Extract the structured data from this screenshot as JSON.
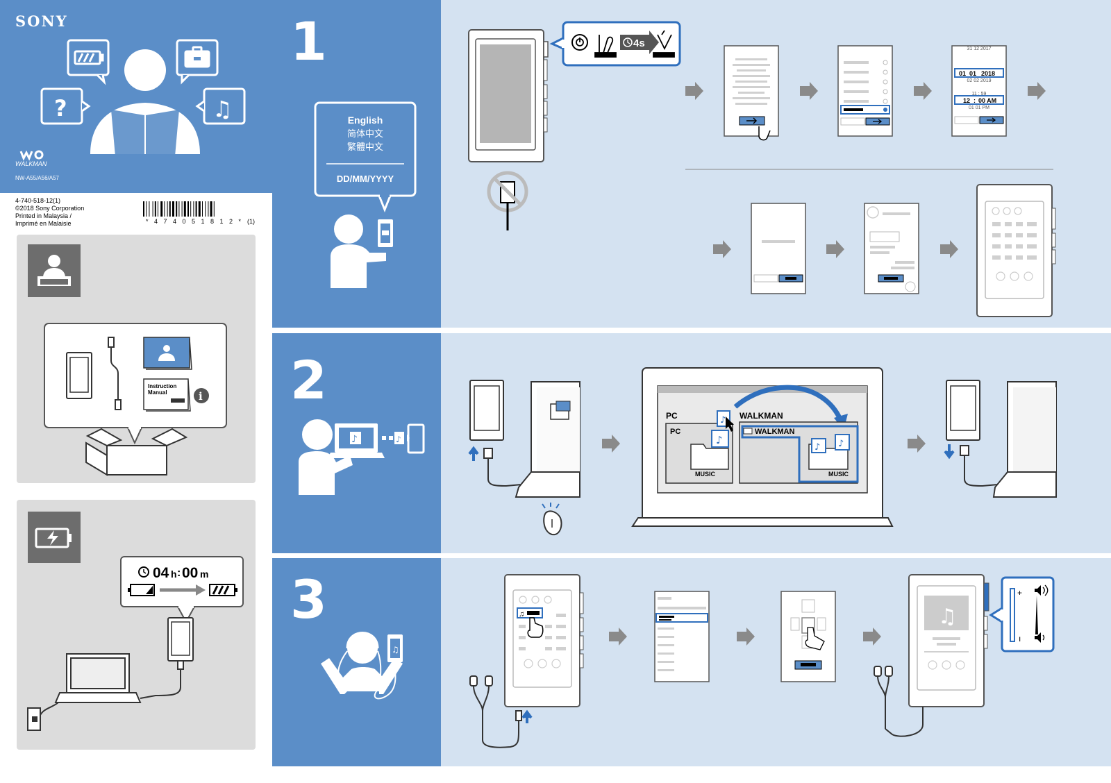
{
  "brand": {
    "logo": "SONY",
    "sub_logo": "WALKMAN",
    "model": "NW-A55/A56/A57"
  },
  "info": {
    "code": "4-740-518-12(1)",
    "copyright": "©2018 Sony Corporation",
    "printed_1": "Printed in Malaysia /",
    "printed_2": "Imprimé en Malaisie",
    "barcode_digits": "* 4 7 4 0 5 1 8 1 2 *",
    "barcode_suffix": "(1)"
  },
  "box": {
    "manual_line1": "Instruction",
    "manual_line2": "Manual"
  },
  "charge": {
    "time_h": "04",
    "h_unit": "h",
    "time_m": "00",
    "m_unit": "m"
  },
  "steps": {
    "one": "1",
    "two": "2",
    "three": "3"
  },
  "language": {
    "items": [
      "English",
      "简体中文",
      "繁體中文"
    ],
    "date_format": "DD/MM/YYYY"
  },
  "power": {
    "hold_time": "4s"
  },
  "date_screen": {
    "prev_row": "31  12  2017",
    "day": "01",
    "month": "01",
    "year": "2018",
    "next_row": "02  02  2019",
    "prev_time": "11  : 59",
    "hour": "12",
    "sep": ":",
    "minute": "00 AM",
    "next_time": "01  01  PM"
  },
  "transfer": {
    "pc_label": "PC",
    "pc_inner": "PC",
    "walkman_label": "WALKMAN",
    "walkman_inner": "WALKMAN",
    "music_left": "MUSIC",
    "music_right": "MUSIC"
  },
  "colors": {
    "blue_dark": "#5b8ec8",
    "blue_light": "#d4e2f1",
    "accent_blue": "#2f6fbd",
    "grey_panel": "#dcdcdc",
    "grey_icon": "#6d6d6d",
    "arrow_grey": "#8a8a8a"
  }
}
